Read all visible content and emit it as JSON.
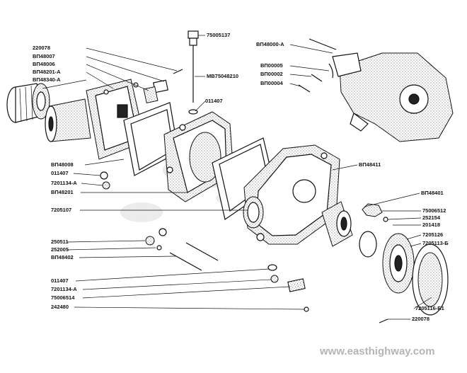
{
  "labels": {
    "l220078a": "220078",
    "lVP48007": "ВП48007",
    "lVP48006": "ВП48006",
    "lVP48201A": "ВП48201-А",
    "lVP48340A": "ВП48340-А",
    "l75005137": "75005137",
    "lMB75048210": "МВ75048210",
    "l011407a": "011407",
    "lVP48000A": "ВП48000-А",
    "lVP00005": "ВП00005",
    "lVP00002": "ВП00002",
    "lVP00004": "ВП00004",
    "lVP48008": "ВП48008",
    "l011407b": "011407",
    "l7201134Aa": "7201134-А",
    "lVP48201": "ВП48201",
    "l7205107": "7205107",
    "lVP48411": "ВП48411",
    "lVP48401": "ВП48401",
    "l75006512": "75006512",
    "l252154": "252154",
    "l201418": "201418",
    "l7205126": "7205126",
    "l7205113B": "7205113-Б",
    "l250511": "250511",
    "l252005": "252005",
    "lVP48402": "ВП48402",
    "l011407c": "011407",
    "l7201134Ab": "7201134-А",
    "l75006514": "75006514",
    "l242480": "242480",
    "l7205116B1": "7205116-Б1",
    "l220078b": "220078"
  },
  "watermark": "www.easthighway.com"
}
